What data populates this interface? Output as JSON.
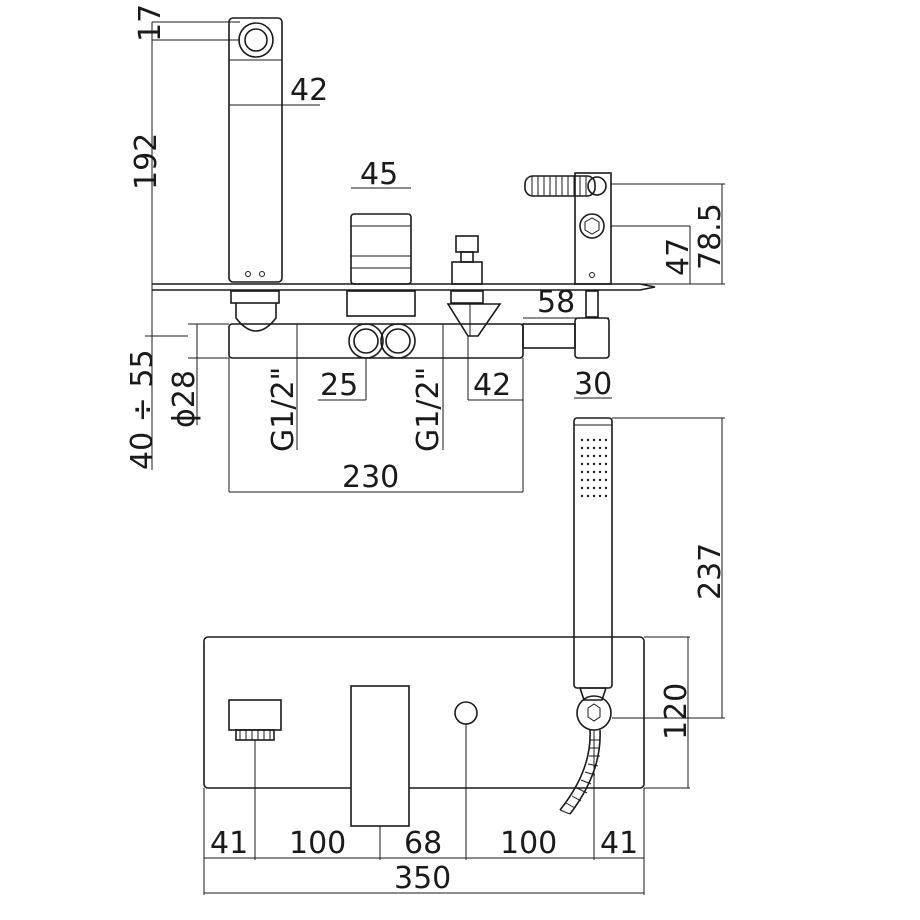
{
  "dimensions": {
    "top_17": "17",
    "spout_42": "42",
    "spout_192": "192",
    "mixer_45": "45",
    "hand_47": "47",
    "hand_78_5": "78.5",
    "offset_58": "58",
    "wall_40_55": "40 ÷ 55",
    "pipe_28": "ϕ28",
    "g12_left": "G1/2\"",
    "g12_right": "G1/2\"",
    "center_25": "25",
    "div_42": "42",
    "shower_30": "30",
    "body_230": "230",
    "shower_237": "237",
    "plate_120": "120",
    "b41_left": "41",
    "b100_left": "100",
    "b68": "68",
    "b100_right": "100",
    "b41_right": "41",
    "total_350": "350"
  }
}
